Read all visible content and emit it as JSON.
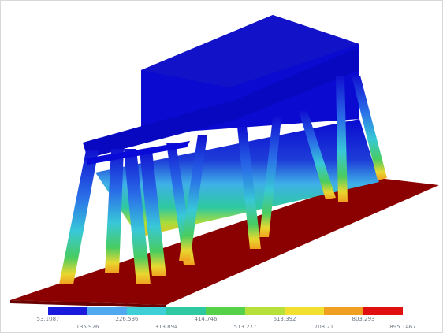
{
  "figure": {
    "description_colors": {
      "background": "#ffffff",
      "base_plate": "#8b0000",
      "frame_top": "#0000b8"
    }
  },
  "legend": {
    "colors": [
      "#1a1adc",
      "#4fa8f0",
      "#3fcfd6",
      "#2ec9a0",
      "#56d24a",
      "#b8e03a",
      "#f2e030",
      "#f0a020",
      "#e01010"
    ],
    "labels": [
      "53.1087",
      "135.926",
      "226.536",
      "313.894",
      "414.746",
      "513.277",
      "613.392",
      "708.21",
      "803.293",
      "895.1467"
    ]
  }
}
